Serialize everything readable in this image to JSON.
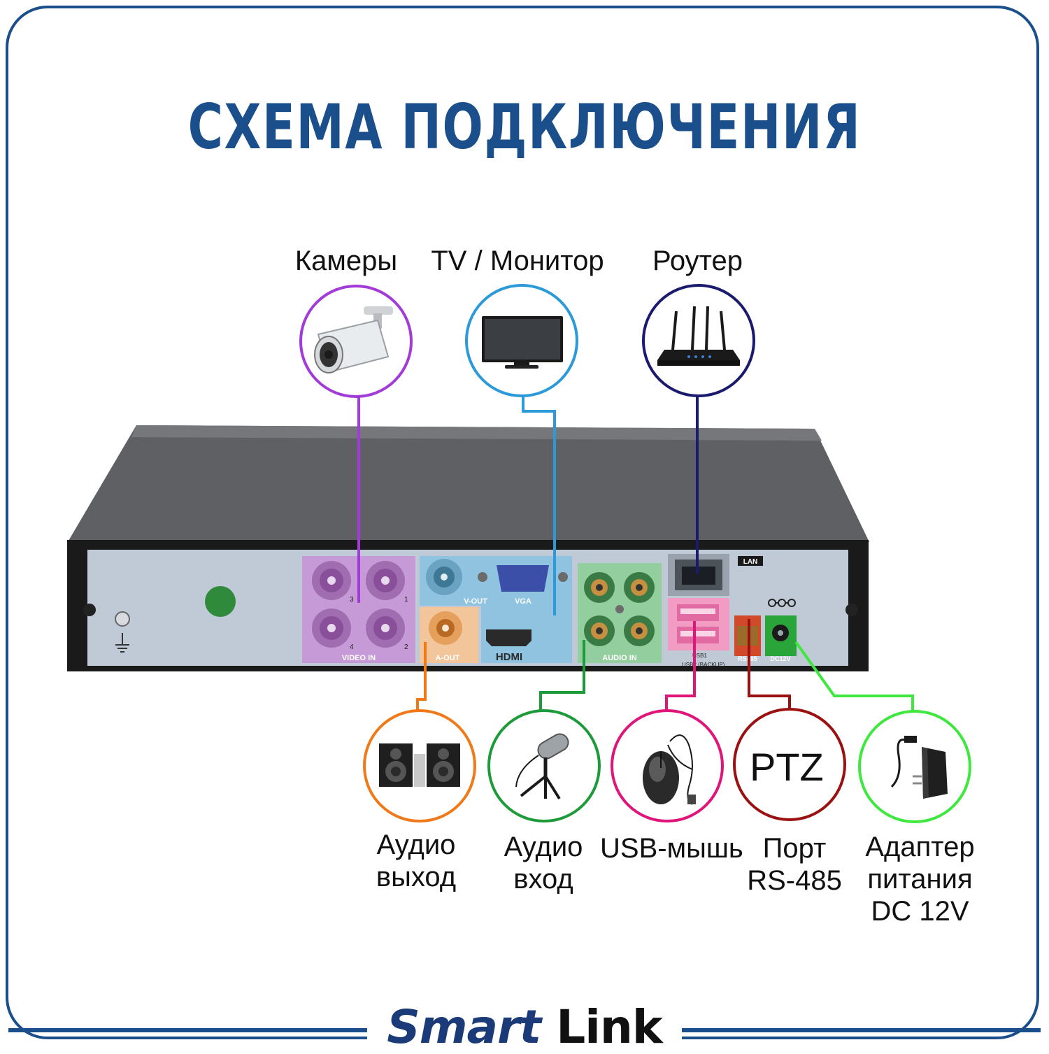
{
  "title": "СХЕМА ПОДКЛЮЧЕНИЯ",
  "brand": {
    "part1": "Smart",
    "part2": "Link"
  },
  "colors": {
    "frame": "#1b4f8c",
    "title": "#1b4f8c"
  },
  "top_devices": [
    {
      "label": "Камеры",
      "icon": "camera-icon",
      "color": "#a23bd8"
    },
    {
      "label": "TV / Монитор",
      "icon": "monitor-icon",
      "color": "#2c9ad9"
    },
    {
      "label": "Роутер",
      "icon": "router-icon",
      "color": "#1a1a6e"
    }
  ],
  "bottom_devices": [
    {
      "label_lines": [
        "Аудио",
        "выход"
      ],
      "icon": "speakers-icon",
      "color": "#f07a19"
    },
    {
      "label_lines": [
        "Аудио",
        "вход"
      ],
      "icon": "microphone-icon",
      "color": "#1d9b3a"
    },
    {
      "label_lines": [
        "USB-мышь"
      ],
      "icon": "mouse-icon",
      "color": "#e0157a"
    },
    {
      "label_lines": [
        "Порт",
        "RS-485"
      ],
      "icon_text": "PTZ",
      "color": "#9b1010"
    },
    {
      "label_lines": [
        "Адаптер",
        "питания",
        "DC 12V"
      ],
      "icon": "power-adapter-icon",
      "color": "#3ee83e"
    }
  ],
  "panel_labels": {
    "video_in": "VIDEO IN",
    "v_out": "V-OUT",
    "vga": "VGA",
    "a_out": "A-OUT",
    "hdmi": "HDMI",
    "audio_in": "AUDIO IN",
    "lan": "LAN",
    "usb1": "USB1",
    "usb2": "USB2 (BACKUP)",
    "rs485": "RS485",
    "dc12v": "DC12V",
    "port_numbers": [
      "3",
      "1",
      "4",
      "2"
    ]
  }
}
